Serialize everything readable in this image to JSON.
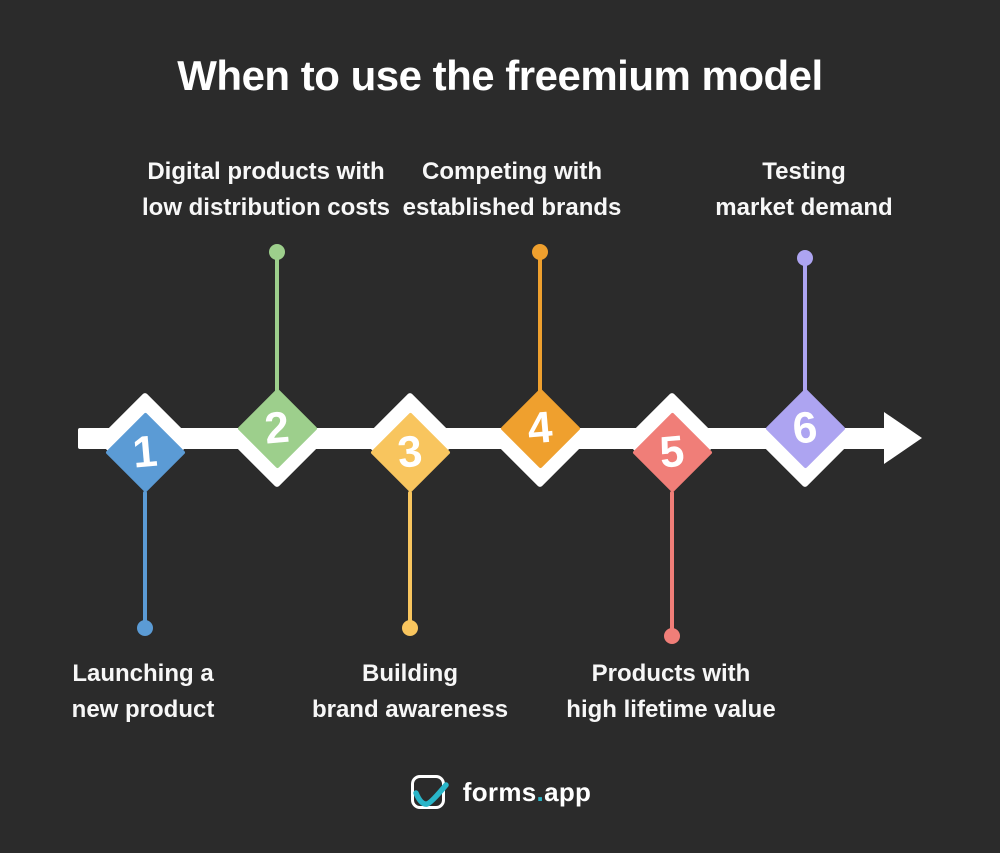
{
  "title": "When to use the freemium model",
  "background_color": "#2b2b2b",
  "timeline": {
    "arrow_color": "#ffffff"
  },
  "items": [
    {
      "num": "1",
      "color": "#5b9bd5",
      "label_line1": "Launching a",
      "label_line2": "new product",
      "label_position": "bottom"
    },
    {
      "num": "2",
      "color": "#9dcf8c",
      "label_line1": "Digital products with",
      "label_line2": "low distribution costs",
      "label_position": "top"
    },
    {
      "num": "3",
      "color": "#f8c55e",
      "label_line1": "Building",
      "label_line2": "brand awareness",
      "label_position": "bottom"
    },
    {
      "num": "4",
      "color": "#efa02e",
      "label_line1": "Competing with",
      "label_line2": "established brands",
      "label_position": "top"
    },
    {
      "num": "5",
      "color": "#f07e78",
      "label_line1": "Products with",
      "label_line2": "high lifetime value",
      "label_position": "bottom"
    },
    {
      "num": "6",
      "color": "#ada4f1",
      "label_line1": "Testing",
      "label_line2": "market demand",
      "label_position": "top"
    }
  ],
  "footer": {
    "brand_word": "forms",
    "brand_dot": ".",
    "brand_suffix": "app",
    "accent_color": "#29b5c8"
  }
}
